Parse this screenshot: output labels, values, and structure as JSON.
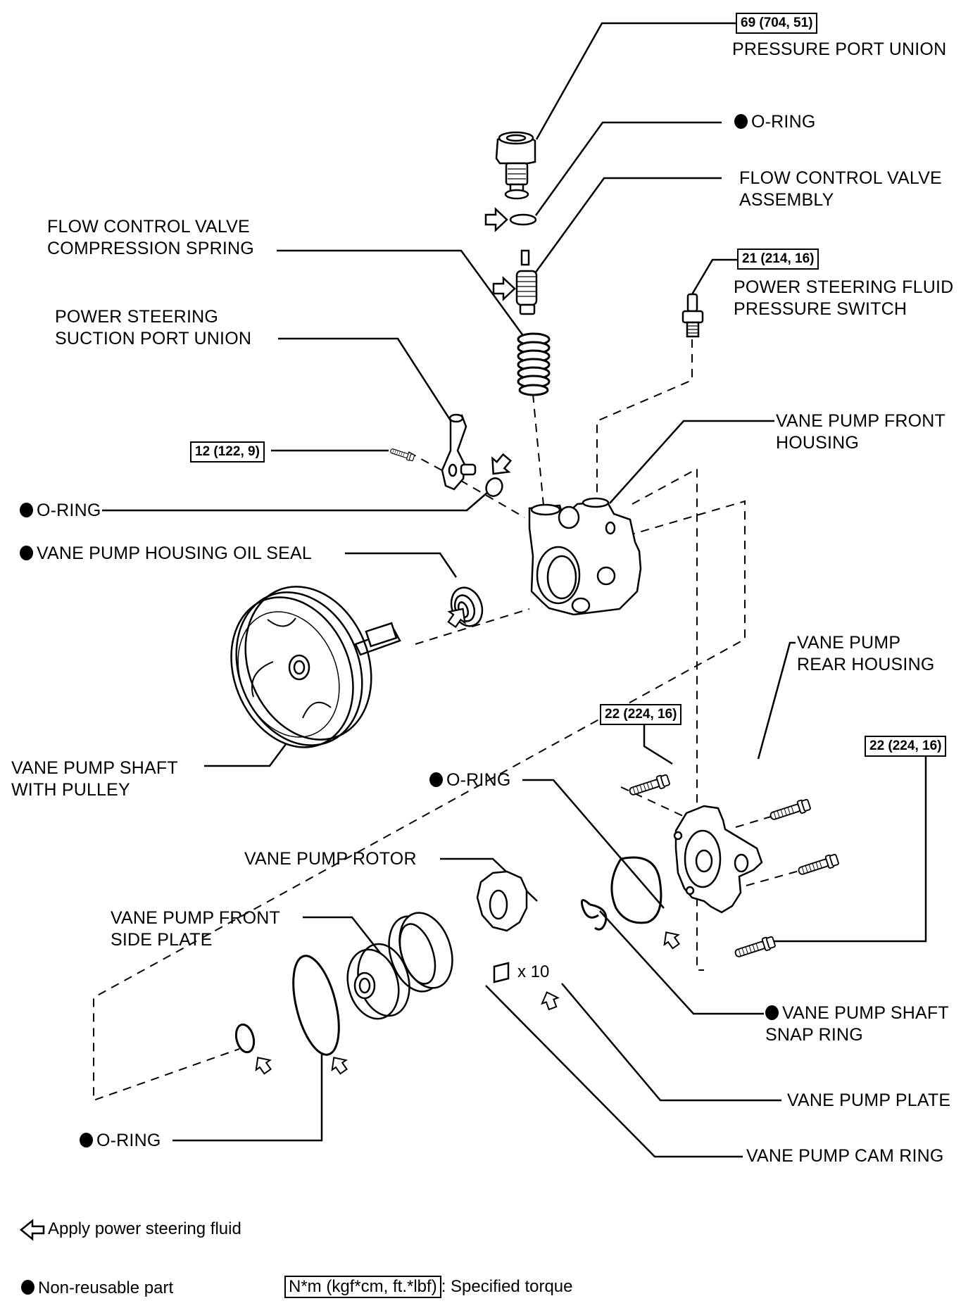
{
  "diagram": {
    "title": "Power steering vane pump components",
    "callouts": {
      "pressure_port_union": {
        "label": "PRESSURE PORT UNION",
        "torque": "69 (704, 51)"
      },
      "oring_top": {
        "label": "O-RING",
        "non_reusable": true,
        "apply_fluid": true
      },
      "flow_control_valve": {
        "label": "FLOW CONTROL VALVE\nASSEMBLY",
        "apply_fluid": true
      },
      "flow_control_spring": {
        "label": "FLOW CONTROL VALVE\nCOMPRESSION SPRING"
      },
      "pressure_switch": {
        "label": "POWER STEERING FLUID\nPRESSURE SWITCH",
        "torque": "21 (214, 16)"
      },
      "suction_port_union": {
        "label": "POWER STEERING\nSUCTION PORT UNION"
      },
      "suction_bolt": {
        "torque": "12 (122, 9)"
      },
      "front_housing": {
        "label": "VANE PUMP FRONT\nHOUSING"
      },
      "oring_suction": {
        "label": "O-RING",
        "non_reusable": true,
        "apply_fluid": true
      },
      "housing_oil_seal": {
        "label": "VANE PUMP HOUSING OIL SEAL",
        "non_reusable": true,
        "apply_fluid": true
      },
      "rear_housing": {
        "label": "VANE PUMP\nREAR HOUSING"
      },
      "shaft_pulley": {
        "label": "VANE PUMP SHAFT\nWITH PULLEY"
      },
      "rear_bolt_single": {
        "torque": "22 (224, 16)"
      },
      "rear_bolts_triple": {
        "torque": "22 (224, 16)"
      },
      "oring_rear": {
        "label": "O-RING",
        "non_reusable": true,
        "apply_fluid": true
      },
      "rotor": {
        "label": "VANE PUMP ROTOR"
      },
      "front_side_plate": {
        "label": "VANE PUMP FRONT\nSIDE PLATE"
      },
      "snap_ring": {
        "label": "VANE PUMP SHAFT\nSNAP RING",
        "non_reusable": true
      },
      "vane_plate": {
        "label": "VANE PUMP PLATE",
        "quantity": "x 10",
        "apply_fluid": true
      },
      "cam_ring": {
        "label": "VANE PUMP CAM RING"
      },
      "oring_bottom": {
        "label": "O-RING",
        "non_reusable": true,
        "apply_fluid": true
      }
    }
  },
  "legend": {
    "apply_fluid": "Apply power steering fluid",
    "non_reusable": "Non-reusable part",
    "torque_units": "N*m (kgf*cm, ft.*lbf)",
    "torque_desc": ": Specified torque"
  }
}
